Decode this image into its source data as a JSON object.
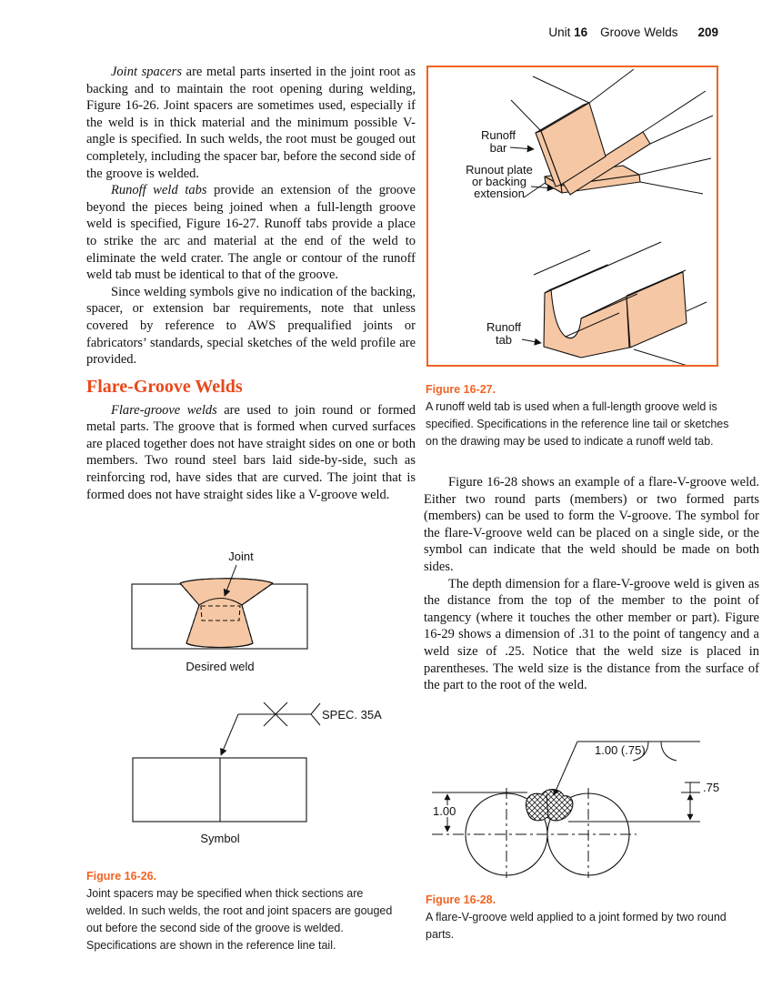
{
  "header": {
    "unit_label": "Unit",
    "unit_number": "16",
    "section": "Groove Welds",
    "page_number": "209"
  },
  "colors": {
    "accent": "#F26322",
    "heading": "#E8481C",
    "peach_fill": "#F6C7A4",
    "ink": "#111111"
  },
  "left_column": {
    "paragraphs": [
      {
        "lead": "Joint spacers",
        "text": " are metal parts inserted in the joint root as backing and to maintain the root opening during welding, Figure 16-26. Joint spacers are sometimes used, especially if the weld is in thick material and the minimum possible V-angle is specified. In such welds, the root must be gouged out completely, including the spacer bar, before the second side of the groove is welded."
      },
      {
        "lead": "Runoff weld tabs",
        "text": " provide an extension of the groove beyond the pieces being joined when a full-length groove weld is specified, Figure 16-27. Runoff tabs provide a place to strike the arc and material at the end of the weld to eliminate the weld crater. The angle or contour of the runoff weld tab must be identical to that of the groove."
      },
      {
        "lead": "",
        "text": "Since welding symbols give no indication of the backing, spacer, or extension bar requirements, note that unless covered by reference to AWS prequalified joints or fabricators’ standards, special sketches of the weld profile are provided."
      }
    ],
    "section_heading": "Flare-Groove Welds",
    "section_paragraph": {
      "lead": "Flare-groove welds",
      "text": " are used to join round or formed metal parts. The groove that is formed when curved surfaces are placed together does not have straight sides on one or both members. Two round steel bars laid side-by-side, such as reinforcing rod, have sides that are curved. The joint that is formed does not have straight sides like a V-groove weld."
    }
  },
  "right_column": {
    "paragraphs": [
      {
        "text": "Figure 16-28 shows an example of a flare-V-groove weld. Either two round parts (members) or two formed parts (members) can be used to form the V-groove. The symbol for the flare-V-groove weld can be placed on a single side, or the symbol can indicate that the weld should be made on both sides."
      },
      {
        "text": "The depth dimension for a flare-V-groove weld is given as the distance from the top of the member to the point of tangency (where it touches the other member or part). Figure 16-29 shows a dimension of .31 to the point of tangency and a weld size of .25. Notice that the weld size is placed in parentheses. The weld size is the distance from the surface of the part to the root of the weld."
      }
    ]
  },
  "figure_26": {
    "labels": {
      "joint": "Joint",
      "desired_weld": "Desired weld",
      "spec": "SPEC. 35A",
      "symbol": "Symbol"
    },
    "caption_title": "Figure 16-26.",
    "caption_text": "Joint spacers may be specified when thick sections are welded. In such welds, the root and joint spacers are gouged out before the second side of the groove is welded. Specifications are shown in the reference line tail."
  },
  "figure_27": {
    "labels": {
      "runoff_bar_1": "Runoff",
      "runoff_bar_2": "bar",
      "runout_1": "Runout plate",
      "runout_2": "or backing",
      "runout_3": "extension",
      "runoff_tab_1": "Runoff",
      "runoff_tab_2": "tab"
    },
    "caption_title": "Figure 16-27.",
    "caption_text": "A runoff weld tab is used when a full-length groove weld is specified. Specifications in the reference line tail or sketches on the drawing may be used to indicate a runoff weld tab."
  },
  "figure_28": {
    "labels": {
      "weld_callout": "1.00 (.75)",
      "height_dim": "1.00",
      "size_dim": ".75"
    },
    "caption_title": "Figure 16-28.",
    "caption_text": "A flare-V-groove weld applied to a joint formed by two round parts."
  }
}
